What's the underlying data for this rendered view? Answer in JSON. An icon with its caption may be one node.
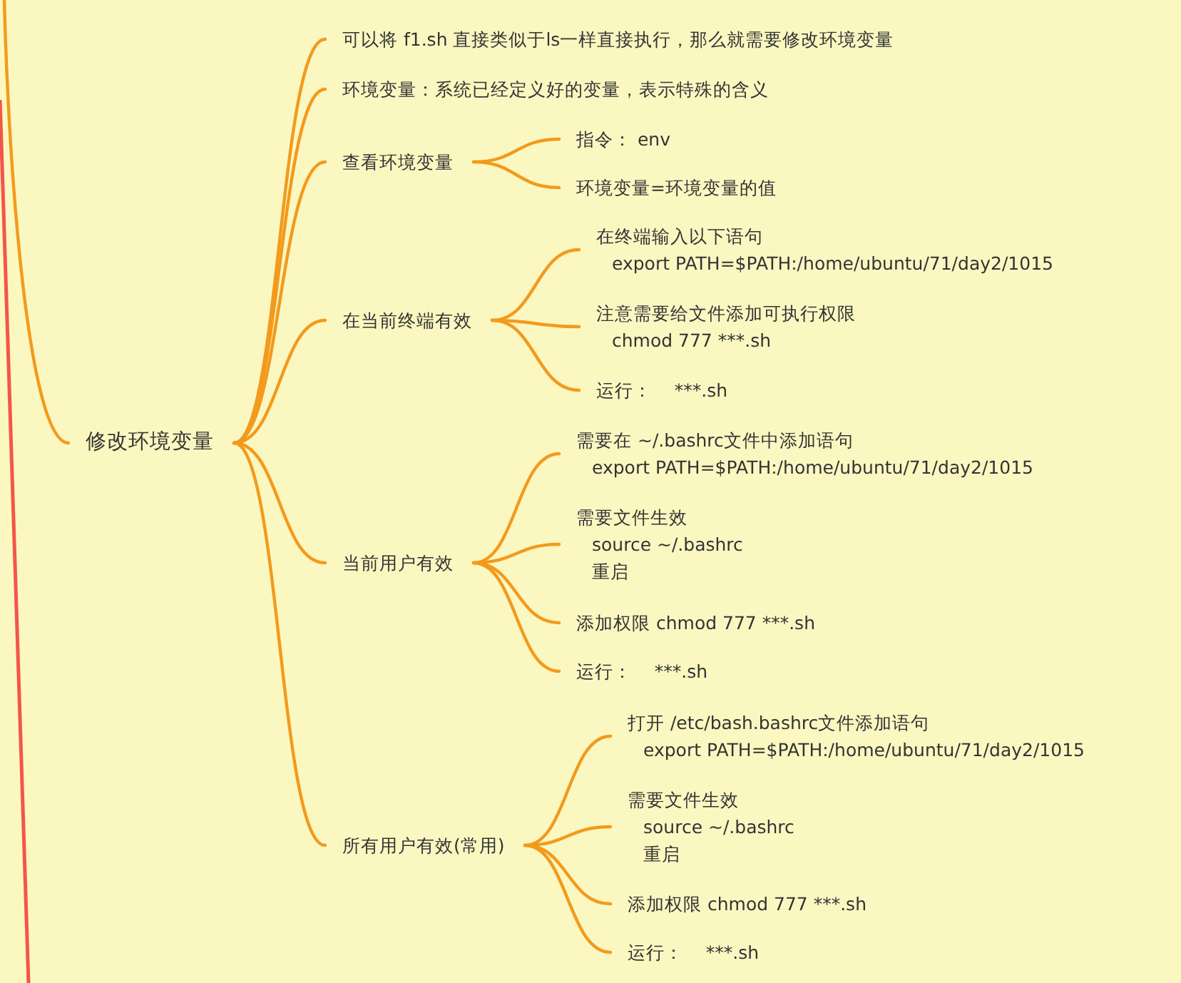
{
  "diagram": {
    "nodes": [
      {
        "text": [
          "修改环境变量"
        ]
      },
      {
        "text": [
          "可以将 f1.sh 直接类似于ls一样直接执行，那么就需要修改环境变量"
        ]
      },
      {
        "text": [
          "环境变量：系统已经定义好的变量，表示特殊的含义"
        ]
      },
      {
        "text": [
          "查看环境变量"
        ]
      },
      {
        "text": [
          "指令： env"
        ]
      },
      {
        "text": [
          "环境变量=环境变量的值"
        ]
      },
      {
        "text": [
          "在当前终端有效"
        ]
      },
      {
        "text": [
          "在终端输入以下语句",
          "export PATH=$PATH:/home/ubuntu/71/day2/1015"
        ]
      },
      {
        "text": [
          "注意需要给文件添加可执行权限",
          "chmod 777 ***.sh"
        ]
      },
      {
        "text": [
          "运行：    ***.sh"
        ]
      },
      {
        "text": [
          "当前用户有效"
        ]
      },
      {
        "text": [
          "需要在 ~/.bashrc文件中添加语句",
          "export PATH=$PATH:/home/ubuntu/71/day2/1015"
        ]
      },
      {
        "text": [
          "需要文件生效",
          "source ~/.bashrc",
          "重启"
        ]
      },
      {
        "text": [
          "添加权限 chmod 777 ***.sh"
        ]
      },
      {
        "text": [
          "运行：    ***.sh"
        ]
      },
      {
        "text": [
          "所有用户有效(常用)"
        ]
      },
      {
        "text": [
          "打开 /etc/bash.bashrc文件添加语句",
          "export PATH=$PATH:/home/ubuntu/71/day2/1015"
        ]
      },
      {
        "text": [
          "需要文件生效",
          "source ~/.bashrc",
          "重启"
        ]
      },
      {
        "text": [
          "添加权限 chmod 777 ***.sh"
        ]
      },
      {
        "text": [
          "运行：    ***.sh"
        ]
      }
    ],
    "edges": [
      {
        "from": null,
        "to": 0,
        "arrow": "none"
      },
      {
        "from": 0,
        "to": 1,
        "arrow": "none"
      },
      {
        "from": 0,
        "to": 2,
        "arrow": "none"
      },
      {
        "from": 0,
        "to": 3,
        "arrow": "none"
      },
      {
        "from": 0,
        "to": 6,
        "arrow": "none"
      },
      {
        "from": 0,
        "to": 10,
        "arrow": "none"
      },
      {
        "from": 0,
        "to": 15,
        "arrow": "none"
      },
      {
        "from": 3,
        "to": 4,
        "arrow": "none"
      },
      {
        "from": 3,
        "to": 5,
        "arrow": "none"
      },
      {
        "from": 6,
        "to": 7,
        "arrow": "none"
      },
      {
        "from": 6,
        "to": 8,
        "arrow": "none"
      },
      {
        "from": 6,
        "to": 9,
        "arrow": "none"
      },
      {
        "from": 10,
        "to": 11,
        "arrow": "none"
      },
      {
        "from": 10,
        "to": 12,
        "arrow": "none"
      },
      {
        "from": 10,
        "to": 13,
        "arrow": "none"
      },
      {
        "from": 10,
        "to": 14,
        "arrow": "none"
      },
      {
        "from": 15,
        "to": 16,
        "arrow": "none"
      },
      {
        "from": 15,
        "to": 17,
        "arrow": "none"
      },
      {
        "from": 15,
        "to": 18,
        "arrow": "none"
      },
      {
        "from": 15,
        "to": 19,
        "arrow": "none"
      }
    ]
  }
}
